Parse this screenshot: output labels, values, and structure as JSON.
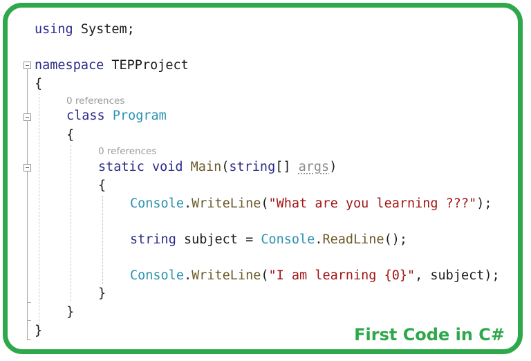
{
  "caption": "First Code in C#",
  "accent_color": "#2ea84a",
  "code": {
    "using": {
      "kw": "using",
      "rest": " System;"
    },
    "namespace": {
      "kw": "namespace",
      "name": " TEPProject"
    },
    "open_ns": "{",
    "class_lens": "0 references",
    "class_decl": {
      "kw": "class",
      "name": "Program"
    },
    "open_class": "{",
    "main_lens": "0 references",
    "main_decl": {
      "kw1": "static",
      "kw2": "void",
      "name": "Main",
      "paren": "(",
      "type": "string",
      "brackets": "[] ",
      "arg": "args",
      "close": ")"
    },
    "open_main": "{",
    "line1": {
      "cls": "Console",
      "dot": ".",
      "method": "WriteLine",
      "open": "(",
      "str": "\"What are you learning ???\"",
      "close": ");"
    },
    "line2": {
      "kw": "string",
      "var": " subject = ",
      "cls": "Console",
      "dot": ".",
      "method": "ReadLine",
      "close": "();"
    },
    "line3": {
      "cls": "Console",
      "dot": ".",
      "method": "WriteLine",
      "open": "(",
      "str": "\"I am learning {0}\"",
      "close": ", subject);"
    },
    "close_main": "}",
    "close_class": "}",
    "close_ns": "}"
  }
}
